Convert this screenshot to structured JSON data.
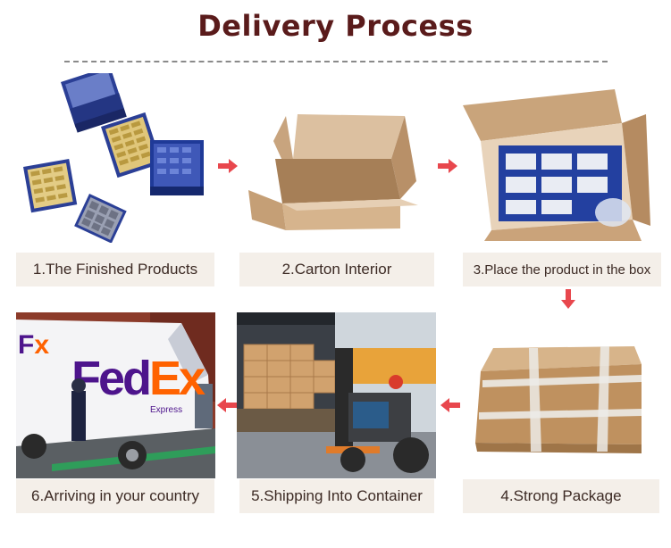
{
  "header": {
    "title": "Delivery Process"
  },
  "steps": [
    {
      "label": "1.The Finished Products"
    },
    {
      "label": "2.Carton Interior"
    },
    {
      "label": "3.Place the product in the box"
    },
    {
      "label": "4.Strong Package"
    },
    {
      "label": "5.Shipping Into Container"
    },
    {
      "label": "6.Arriving in your country"
    }
  ],
  "truck": {
    "brand_fed": "Fed",
    "brand_ex": "Ex",
    "sub": "Express"
  },
  "colors": {
    "title": "#5a1b1b",
    "arrow": "#e8474d",
    "caption_bg": "#f4efe9",
    "fedex_purple": "#4d148c",
    "fedex_orange": "#ff6200"
  }
}
